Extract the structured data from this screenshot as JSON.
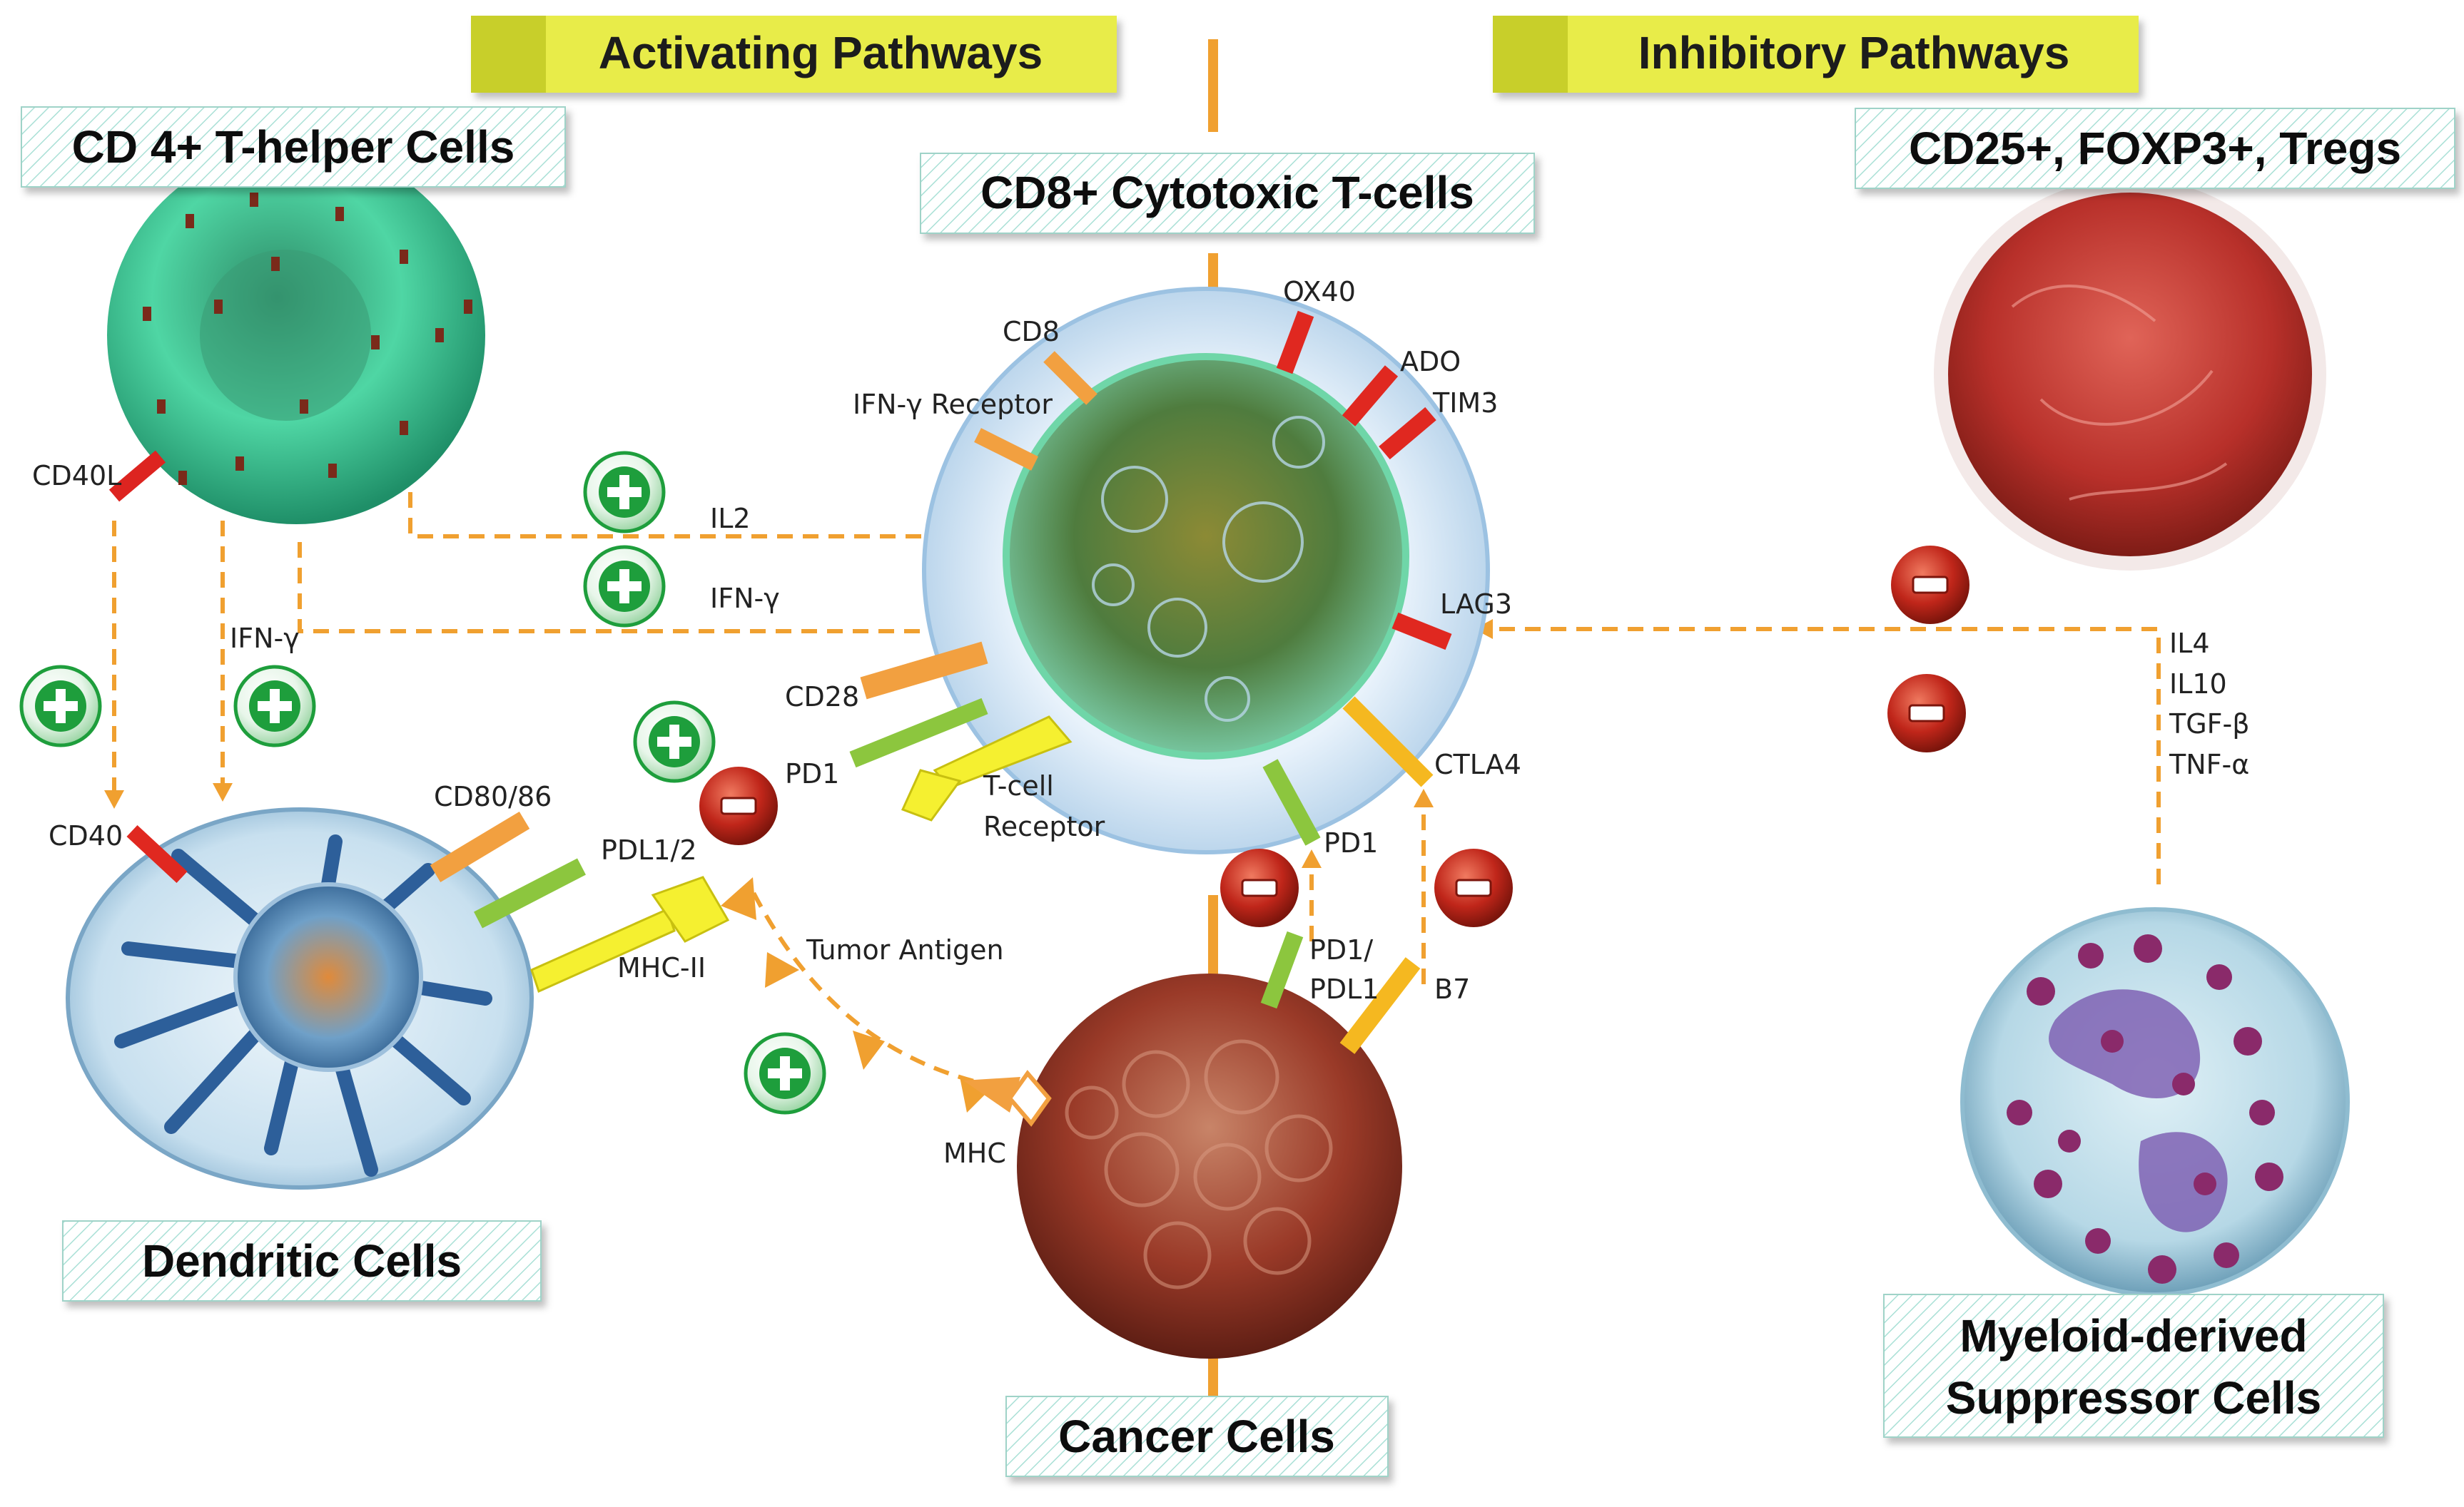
{
  "headers": {
    "activating": "Activating Pathways",
    "inhibitory": "Inhibitory Pathways"
  },
  "cells": {
    "cd4": "CD 4+ T-helper Cells",
    "cd8": "CD8+ Cytotoxic T-cells",
    "tregs": "CD25+, FOXP3+, Tregs",
    "dendritic": "Dendritic Cells",
    "cancer": "Cancer Cells",
    "mdsc_line1": "Myeloid-derived",
    "mdsc_line2": "Suppressor Cells"
  },
  "receptors": {
    "cd8": "CD8",
    "ox40": "OX40",
    "ado": "ADO",
    "tim3": "TIM3",
    "ifng_receptor": "IFN-γ Receptor",
    "lag3": "LAG3",
    "cd28": "CD28",
    "pd1_tcell": "PD1",
    "tcr_line1": "T-cell",
    "tcr_line2": "Receptor",
    "ctla4": "CTLA4",
    "pd1_lower": "PD1",
    "cd40l": "CD40L",
    "cd40": "CD40",
    "cd80_86": "CD80/86",
    "pdl1_2": "PDL1/2",
    "mhc2": "MHC-II",
    "tumor_antigen": "Tumor Antigen",
    "mhc": "MHC",
    "pd1_pdl1_line1": "PD1/",
    "pd1_pdl1_line2": "PDL1",
    "b7": "B7"
  },
  "cytokines": {
    "il2": "IL2",
    "ifng_top": "IFN-γ",
    "ifng_left": "IFN-γ",
    "il4": "IL4",
    "il10": "IL10",
    "tgfb": "TGF-β",
    "tnfa": "TNF-α"
  },
  "colors": {
    "arrow": "#f0a030",
    "plus_green": "#1e9e3c",
    "minus_red": "#c0261a",
    "header_bar": "#e8ec4a",
    "tcell_green": "#3e8e4a",
    "treg_red": "#b8302a",
    "cancer_red": "#9a3a28",
    "cd4_teal": "#2fbf8c",
    "dendritic_blue": "#3a78b8",
    "mdsc_blue": "#9ec8dc"
  }
}
